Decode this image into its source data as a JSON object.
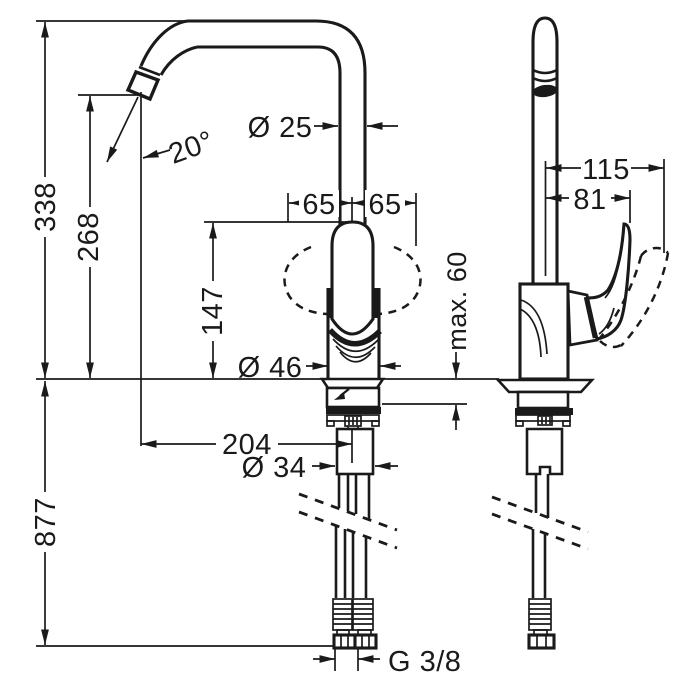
{
  "drawing": {
    "background_color": "#ffffff",
    "ink_color": "#1a1a1a"
  },
  "dimensions": {
    "total_height": "338",
    "spout_outlet_height": "268",
    "deck_to_handle_top": "147",
    "overall_height_with_hoses": "877",
    "spout_reach": "204",
    "handle_swing_left": "65",
    "handle_swing_right": "65",
    "spout_angle": "20°",
    "spout_pipe_diameter": "Ø 25",
    "body_diameter": "Ø 46",
    "shank_diameter": "Ø 34",
    "side_projection_total": "115",
    "side_projection_inner": "81",
    "max_counter_thickness": "max. 60",
    "hose_connection_thread": "G 3/8"
  }
}
